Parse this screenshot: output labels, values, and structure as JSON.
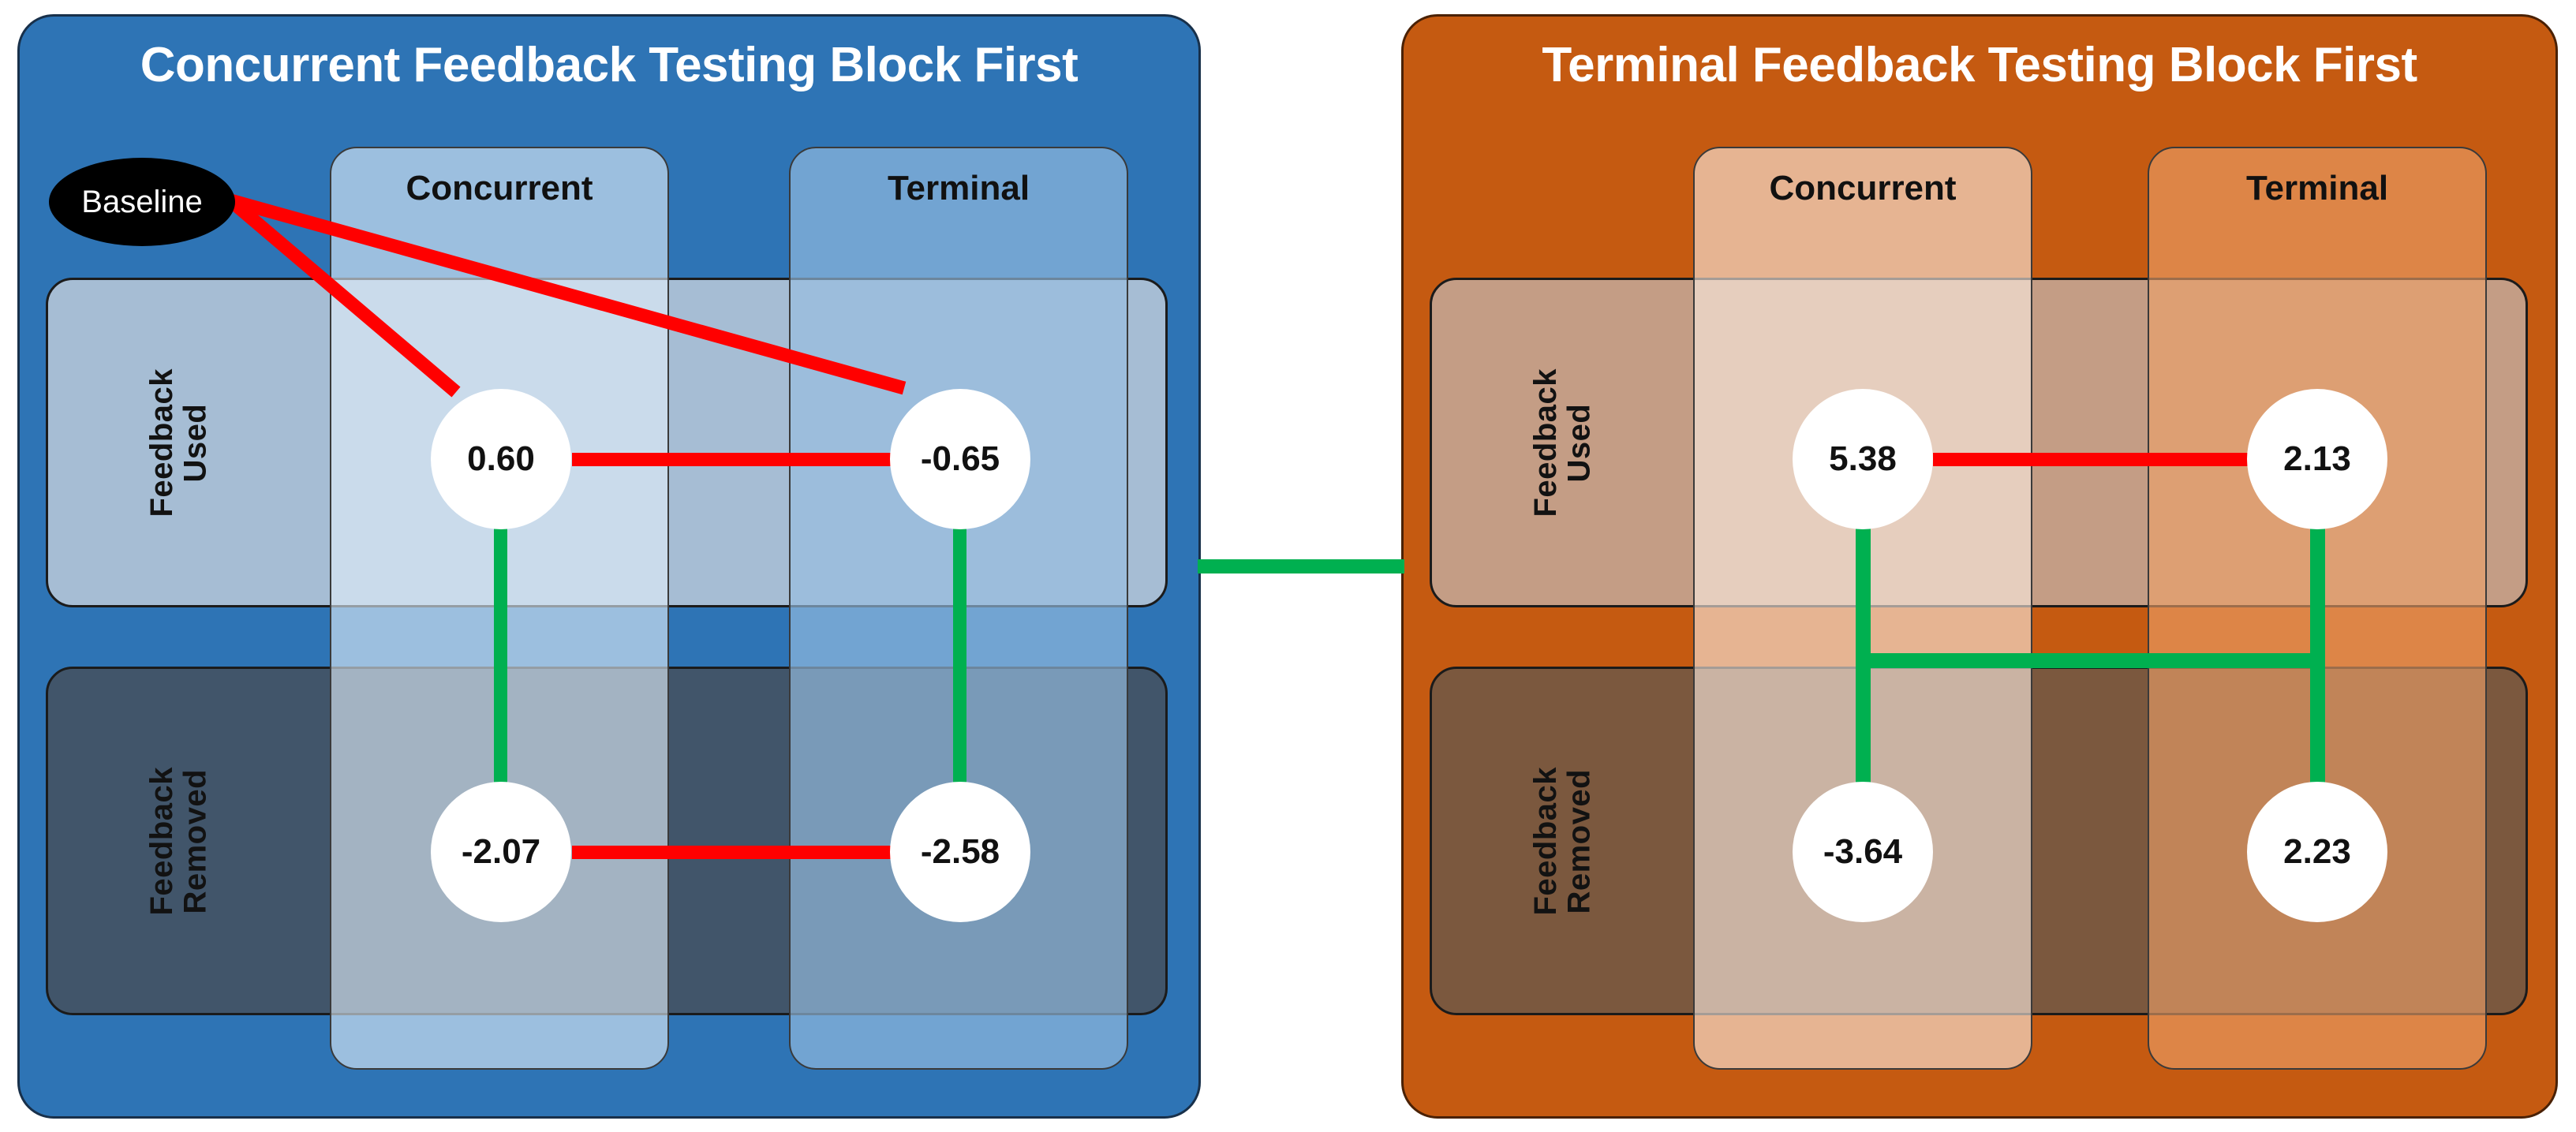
{
  "diagram": {
    "title_left": "Concurrent Feedback Testing Block First",
    "title_right": "Terminal Feedback Testing Block First",
    "baseline_label": "Baseline",
    "row_labels": {
      "used": "Feedback\nUsed",
      "used_line1": "Feedback",
      "used_line2": "Used",
      "removed_line1": "Feedback",
      "removed_line2": "Removed"
    },
    "column_labels": {
      "concurrent": "Concurrent",
      "terminal": "Terminal"
    },
    "colors": {
      "panel_left": "#2E74B5",
      "panel_right": "#C55A11",
      "edge_significant": "#FF0000",
      "edge_nonsignificant": "#00B050",
      "baseline_fill": "#000000",
      "node_fill": "#FFFFFF"
    }
  },
  "chart_data": {
    "type": "diagram",
    "panels": [
      {
        "id": "concurrent-first",
        "title": "Concurrent Feedback Testing Block First",
        "accent": "#2E74B5",
        "rows": [
          "Feedback Used",
          "Feedback Removed"
        ],
        "columns": [
          "Concurrent",
          "Terminal"
        ],
        "nodes": [
          {
            "row": "Feedback Used",
            "column": "Concurrent",
            "value": "0.60"
          },
          {
            "row": "Feedback Used",
            "column": "Terminal",
            "value": "-0.65"
          },
          {
            "row": "Feedback Removed",
            "column": "Concurrent",
            "value": "-2.07"
          },
          {
            "row": "Feedback Removed",
            "column": "Terminal",
            "value": "-2.58"
          }
        ],
        "edges": [
          {
            "from": "Baseline",
            "to": "0.60",
            "color": "#FF0000"
          },
          {
            "from": "Baseline",
            "to": "-0.65",
            "color": "#FF0000"
          },
          {
            "from": "0.60",
            "to": "-0.65",
            "color": "#FF0000"
          },
          {
            "from": "-2.07",
            "to": "-2.58",
            "color": "#FF0000"
          },
          {
            "from": "0.60",
            "to": "-2.07",
            "color": "#00B050"
          },
          {
            "from": "-0.65",
            "to": "-2.58",
            "color": "#00B050"
          }
        ]
      },
      {
        "id": "terminal-first",
        "title": "Terminal Feedback Testing Block First",
        "accent": "#C55A11",
        "rows": [
          "Feedback Used",
          "Feedback Removed"
        ],
        "columns": [
          "Concurrent",
          "Terminal"
        ],
        "nodes": [
          {
            "row": "Feedback Used",
            "column": "Concurrent",
            "value": "5.38"
          },
          {
            "row": "Feedback Used",
            "column": "Terminal",
            "value": "2.13"
          },
          {
            "row": "Feedback Removed",
            "column": "Concurrent",
            "value": "-3.64"
          },
          {
            "row": "Feedback Removed",
            "column": "Terminal",
            "value": "2.23"
          }
        ],
        "edges": [
          {
            "from": "5.38",
            "to": "2.13",
            "color": "#FF0000"
          },
          {
            "from": "5.38",
            "to": "-3.64",
            "color": "#00B050"
          },
          {
            "from": "2.13",
            "to": "2.23",
            "color": "#00B050"
          },
          {
            "from": "-3.64",
            "to": "2.23",
            "color": "#00B050"
          }
        ]
      }
    ],
    "cross_panel_edges": [
      {
        "from": "concurrent-first",
        "to": "terminal-first",
        "color": "#00B050"
      }
    ]
  },
  "left": {
    "title": "Concurrent Feedback Testing Block First",
    "baseline": "Baseline",
    "col_concurrent": "Concurrent",
    "col_terminal": "Terminal",
    "row_used_l1": "Feedback",
    "row_used_l2": "Used",
    "row_removed_l1": "Feedback",
    "row_removed_l2": "Removed",
    "n_used_conc": "0.60",
    "n_used_term": "-0.65",
    "n_rem_conc": "-2.07",
    "n_rem_term": "-2.58"
  },
  "right": {
    "title": "Terminal Feedback Testing Block First",
    "col_concurrent": "Concurrent",
    "col_terminal": "Terminal",
    "row_used_l1": "Feedback",
    "row_used_l2": "Used",
    "row_removed_l1": "Feedback",
    "row_removed_l2": "Removed",
    "n_used_conc": "5.38",
    "n_used_term": "2.13",
    "n_rem_conc": "-3.64",
    "n_rem_term": "2.23"
  }
}
